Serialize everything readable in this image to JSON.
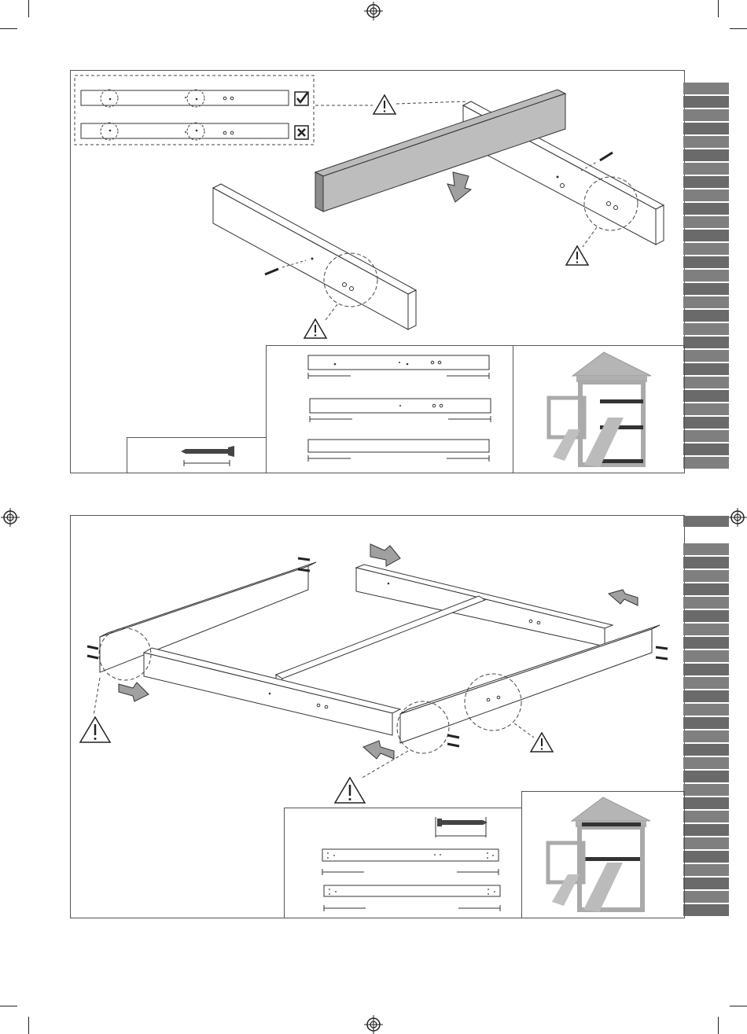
{
  "page": {
    "description_text": ""
  },
  "icons": {
    "registration": "registration-mark-icon",
    "warning": "warning-triangle-icon",
    "check": "checkbox-checked-icon",
    "cross": "checkbox-crossed-icon",
    "arrow": "direction-arrow-icon",
    "screw": "screw-icon"
  },
  "colors": {
    "beam_dark": "#9a9a9a",
    "tab_gray": "#7f7f7f",
    "line": "#333333",
    "tower_gray": "#b0b0b0"
  },
  "step_top": {
    "tab_count": 29,
    "parts_count": 3
  },
  "step_bottom": {
    "tab_count": 28,
    "parts_count": 2
  }
}
